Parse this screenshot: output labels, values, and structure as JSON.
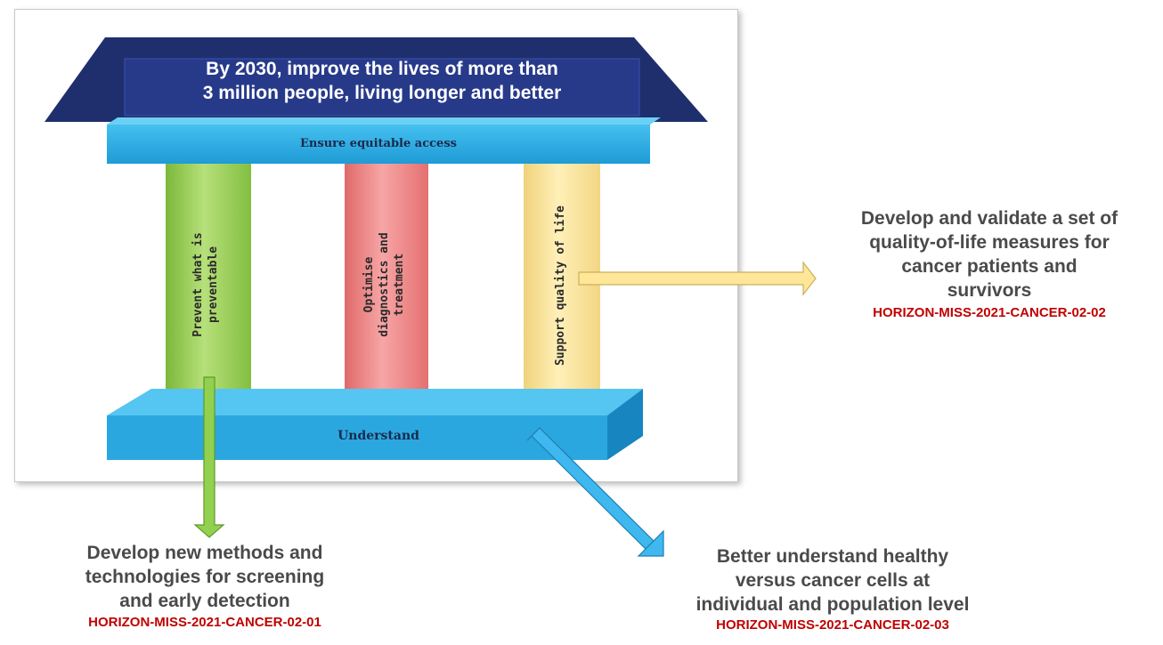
{
  "roof": {
    "line1": "By 2030, improve the lives of more than",
    "line2": "3 million people, living longer and better"
  },
  "beam_label": "Ensure equitable access",
  "base_label": "Understand",
  "pillars": [
    {
      "line1": "Prevent what is",
      "line2": "preventable",
      "color": "#92d050"
    },
    {
      "line1": "Optimise",
      "line2": "diagnostics and",
      "line3": "treatment",
      "color": "#f08080"
    },
    {
      "line1": "Support quality of life",
      "color": "#ffe699"
    }
  ],
  "outcomes": {
    "quality": {
      "lines": [
        "Develop and validate a set of",
        "quality-of-life measures for",
        "cancer patients and",
        "survivors"
      ],
      "code": "HORIZON-MISS-2021-CANCER-02-02"
    },
    "screening": {
      "lines": [
        "Develop new methods and",
        "technologies for screening",
        "and early detection"
      ],
      "code": "HORIZON-MISS-2021-CANCER-02-01"
    },
    "understand": {
      "lines": [
        "Better understand healthy",
        "versus cancer cells at",
        "individual and population level"
      ],
      "code": "HORIZON-MISS-2021-CANCER-02-03"
    }
  },
  "colors": {
    "roof": "#1f2f6e",
    "beam": "#2eaee6",
    "code_red": "#c00000",
    "arrow_yellow": "#ffe699",
    "arrow_green": "#92d050",
    "arrow_blue": "#3eb8ee"
  }
}
